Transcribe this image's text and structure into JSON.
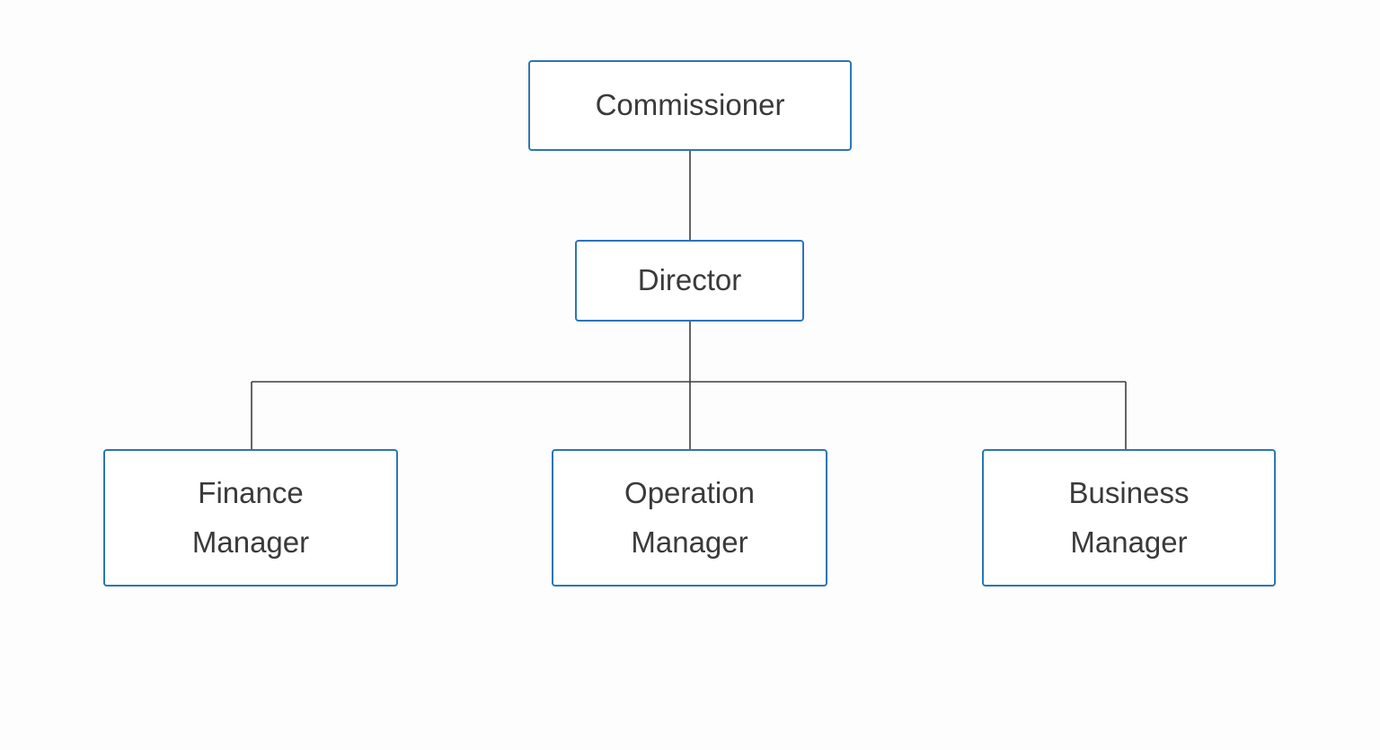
{
  "diagram": {
    "type": "org-chart",
    "nodes": [
      {
        "id": "commissioner",
        "label": "Commissioner",
        "level": 1
      },
      {
        "id": "director",
        "label": "Director",
        "level": 2
      },
      {
        "id": "finance-manager",
        "label": "Finance\nManager",
        "level": 3
      },
      {
        "id": "operation-manager",
        "label": "Operation\nManager",
        "level": 3
      },
      {
        "id": "business-manager",
        "label": "Business\nManager",
        "level": 3
      }
    ],
    "edges": [
      {
        "from": "Commissioner",
        "to": "Director"
      },
      {
        "from": "Director",
        "to": "Finance Manager"
      },
      {
        "from": "Director",
        "to": "Operation Manager"
      },
      {
        "from": "Director",
        "to": "Business Manager"
      }
    ],
    "colors": {
      "box_border": "#2E75B6",
      "box_fill": "#FFFFFF",
      "connector": "#3F3F3F",
      "text": "#3A3A3A",
      "background": "#FDFDFD"
    }
  }
}
